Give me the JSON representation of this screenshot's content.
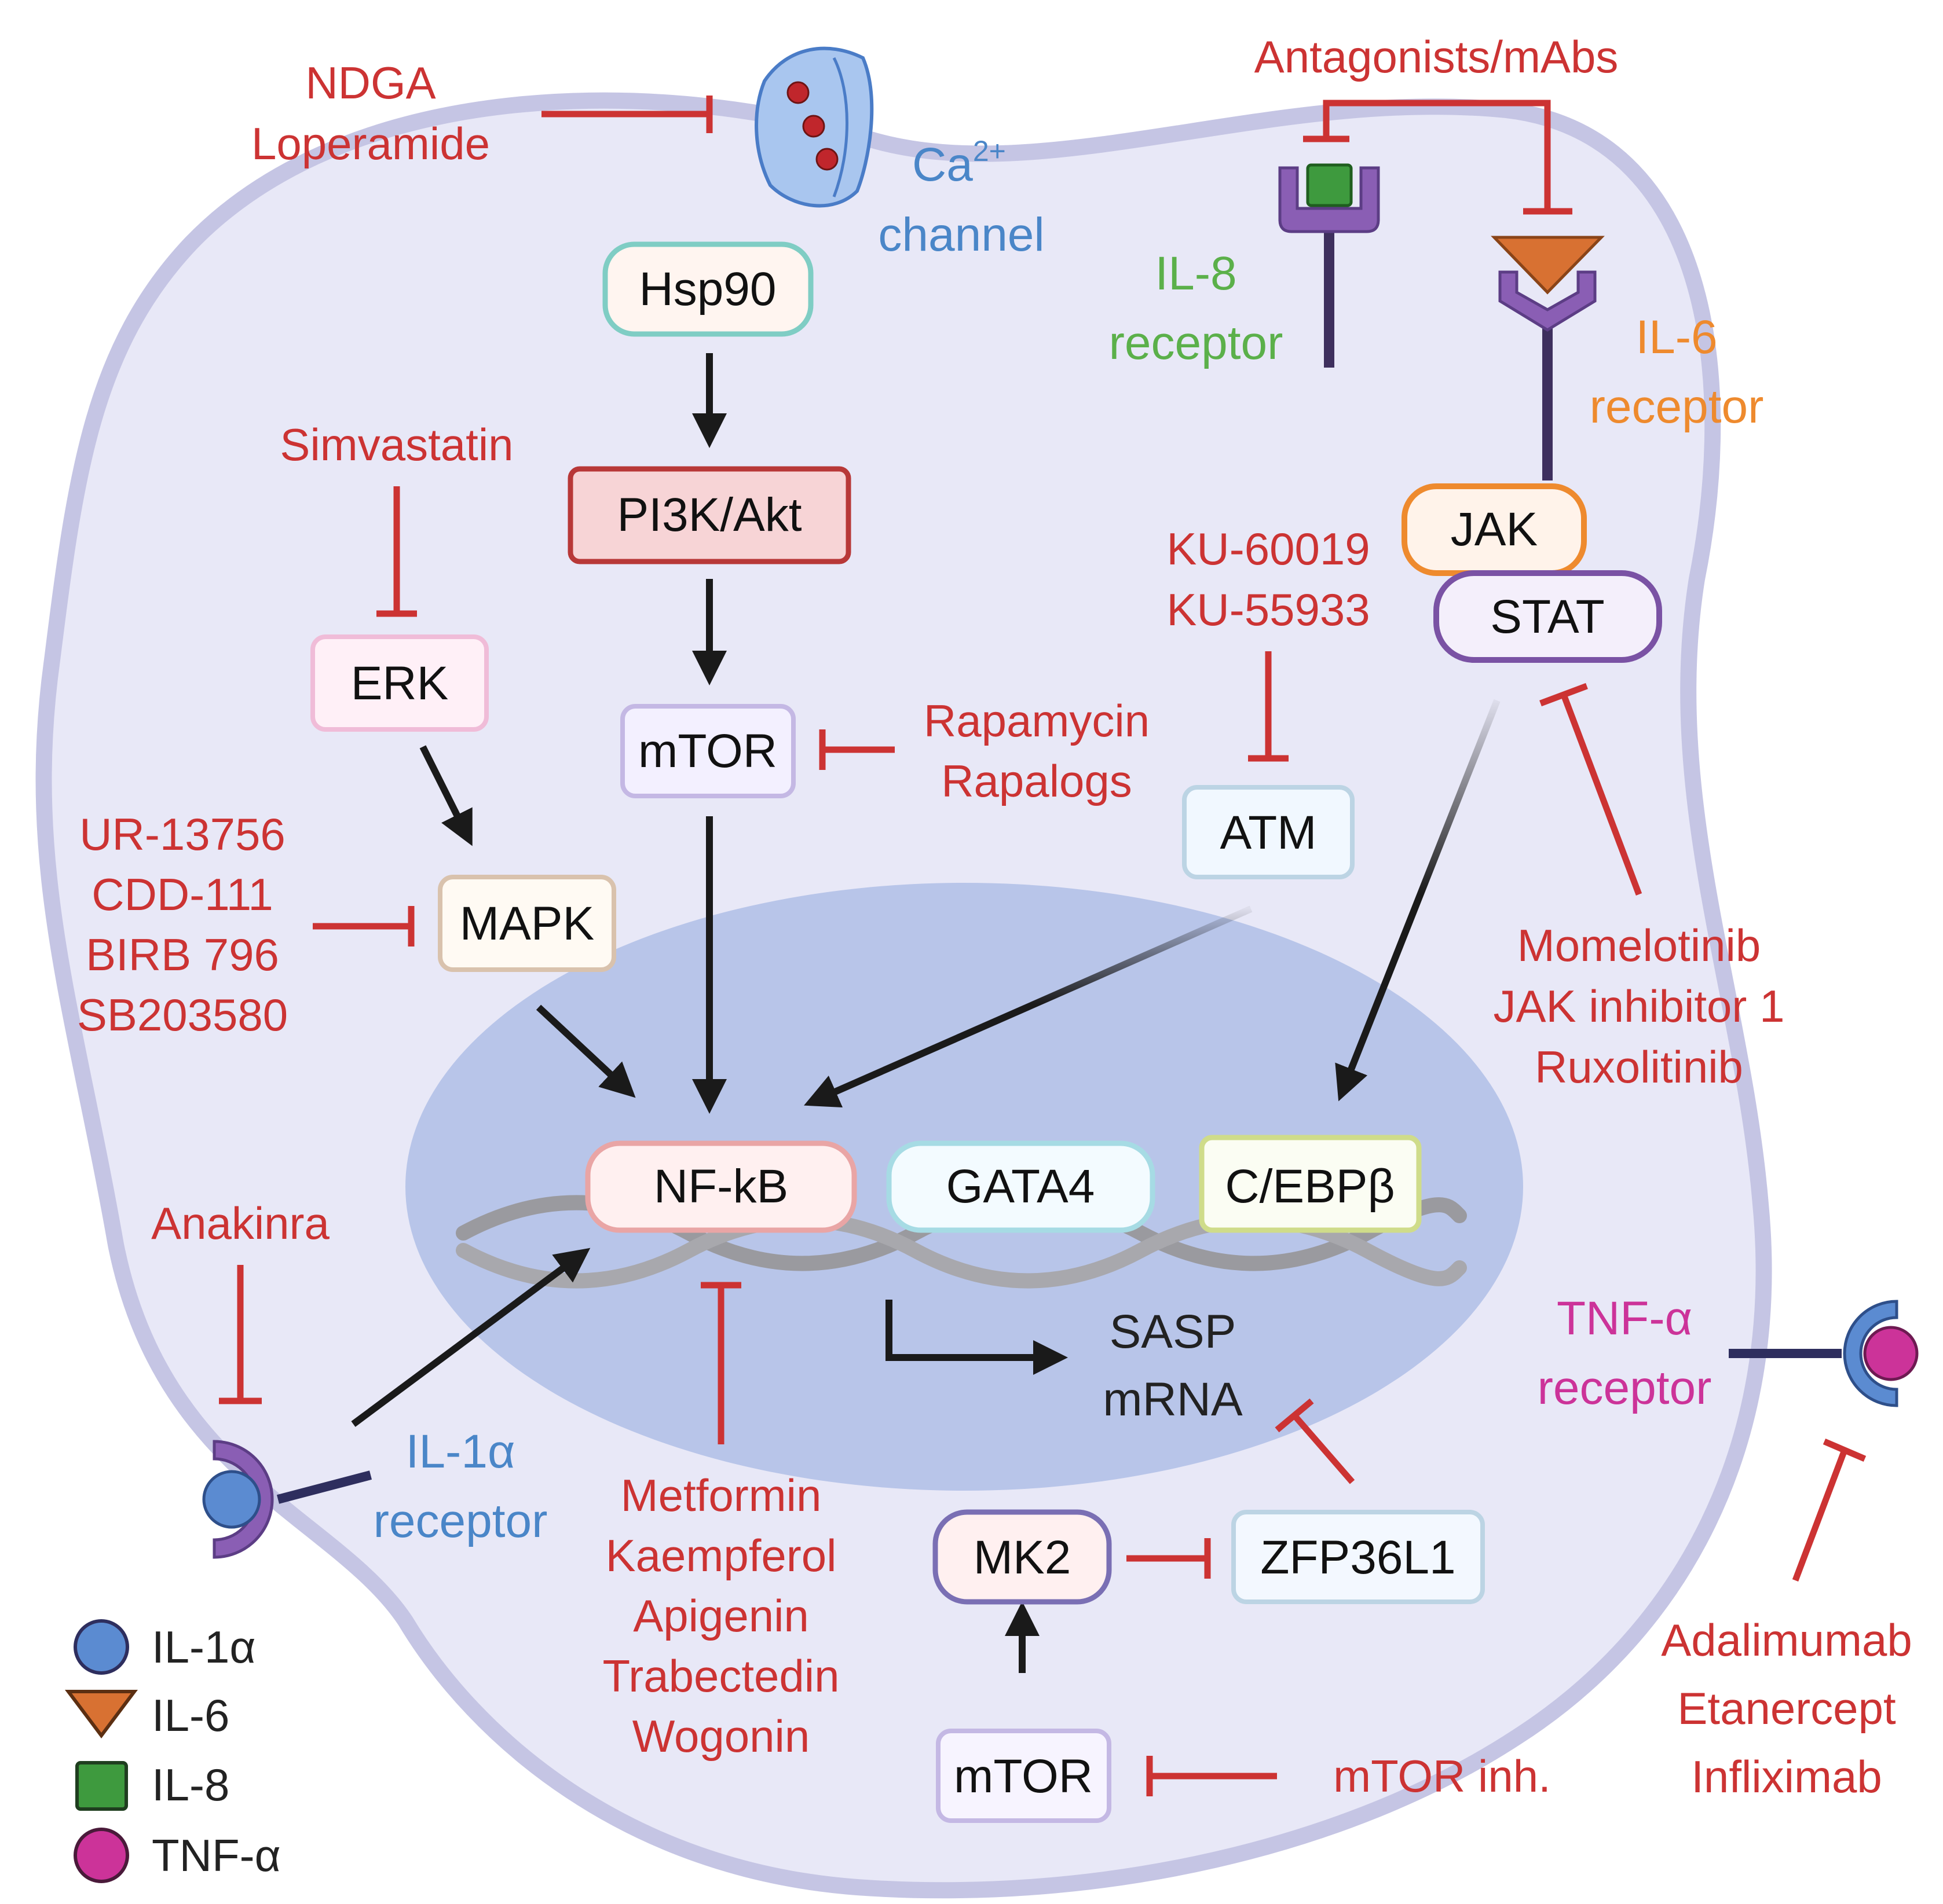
{
  "colors": {
    "inhibitor": "#cc3333",
    "activator": "#1a1a1a",
    "cell": "#e8e8f7",
    "nucleus": "#b8c5e9",
    "il1a": "#5b8bd1",
    "il6": "#d87132",
    "il8": "#3e9a3e",
    "tnfa": "#cc3399"
  },
  "nodes": {
    "hsp90": "Hsp90",
    "pi3k": "PI3K/Akt",
    "mtor_top": "mTOR",
    "erk": "ERK",
    "mapk": "MAPK",
    "atm": "ATM",
    "jak": "JAK",
    "stat": "STAT",
    "nfkb": "NF-kB",
    "gata4": "GATA4",
    "cebpb": "C/EBPβ",
    "mk2": "MK2",
    "zfp": "ZFP36L1",
    "mtor_bottom": "mTOR"
  },
  "sasp": [
    "SASP",
    "mRNA"
  ],
  "receptors": {
    "ca_channel": {
      "prefix": "Ca",
      "superscript": "2+",
      "line2": "channel"
    },
    "il8": [
      "IL-8",
      "receptor"
    ],
    "il6": [
      "IL-6",
      "receptor"
    ],
    "tnfa": [
      "TNF-α",
      "receptor"
    ],
    "il1a": [
      "IL-1α",
      "receptor"
    ]
  },
  "drugs": {
    "ca": [
      "NDGA",
      "Loperamide"
    ],
    "antagonists": "Antagonists/mAbs",
    "simvastatin": "Simvastatin",
    "rapamycin": [
      "Rapamycin",
      "Rapalogs"
    ],
    "ku": [
      "KU-60019",
      "KU-55933"
    ],
    "mapk": [
      "UR-13756",
      "CDD-111",
      "BIRB 796",
      "SB203580"
    ],
    "jak": [
      "Momelotinib",
      "JAK inhibitor 1",
      "Ruxolitinib"
    ],
    "anakinra": "Anakinra",
    "nfkb": [
      "Metformin",
      "Kaempferol",
      "Apigenin",
      "Trabectedin",
      "Wogonin"
    ],
    "mtor_inh": "mTOR inh.",
    "tnf": [
      "Adalimumab",
      "Etanercept",
      "Infliximab"
    ]
  },
  "legend": [
    {
      "label": "IL-1α",
      "icon": "blue-circle-icon"
    },
    {
      "label": "IL-6",
      "icon": "orange-triangle-icon"
    },
    {
      "label": "IL-8",
      "icon": "green-square-icon"
    },
    {
      "label": "TNF-α",
      "icon": "magenta-circle-icon"
    }
  ]
}
